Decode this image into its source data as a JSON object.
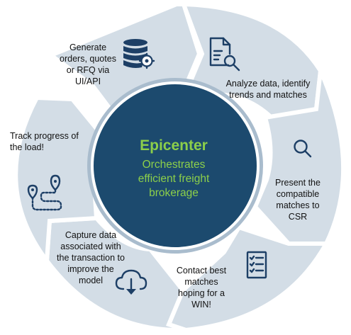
{
  "center": {
    "title": "Epicenter",
    "subtitle_lines": [
      "Orchestrates",
      "efficient freight",
      "brokerage"
    ]
  },
  "steps": [
    {
      "icon": "database-gear-icon",
      "lines": [
        "Generate",
        "orders, quotes",
        "or RFQ via",
        "UI/API"
      ]
    },
    {
      "icon": "document-search-icon",
      "lines": [
        "Analyze data, identify",
        "trends and matches"
      ]
    },
    {
      "icon": "magnifier-icon",
      "lines": [
        "Present the",
        "compatible",
        "matches to",
        "CSR"
      ]
    },
    {
      "icon": "checklist-icon",
      "lines": [
        "Contact best",
        "matches",
        "hoping for a",
        "WIN!"
      ]
    },
    {
      "icon": "cloud-download-icon",
      "lines": [
        "Capture data",
        "associated with",
        "the transaction to",
        "improve the",
        "model"
      ]
    },
    {
      "icon": "route-pin-icon",
      "lines": [
        "Track progress of",
        "the load!"
      ]
    }
  ],
  "colors": {
    "segment": "#d3dde6",
    "center_fill": "#1c4a6e",
    "center_ring": "#a9bccd",
    "center_text": "#8ccf4a",
    "icon": "#1d3f66"
  }
}
